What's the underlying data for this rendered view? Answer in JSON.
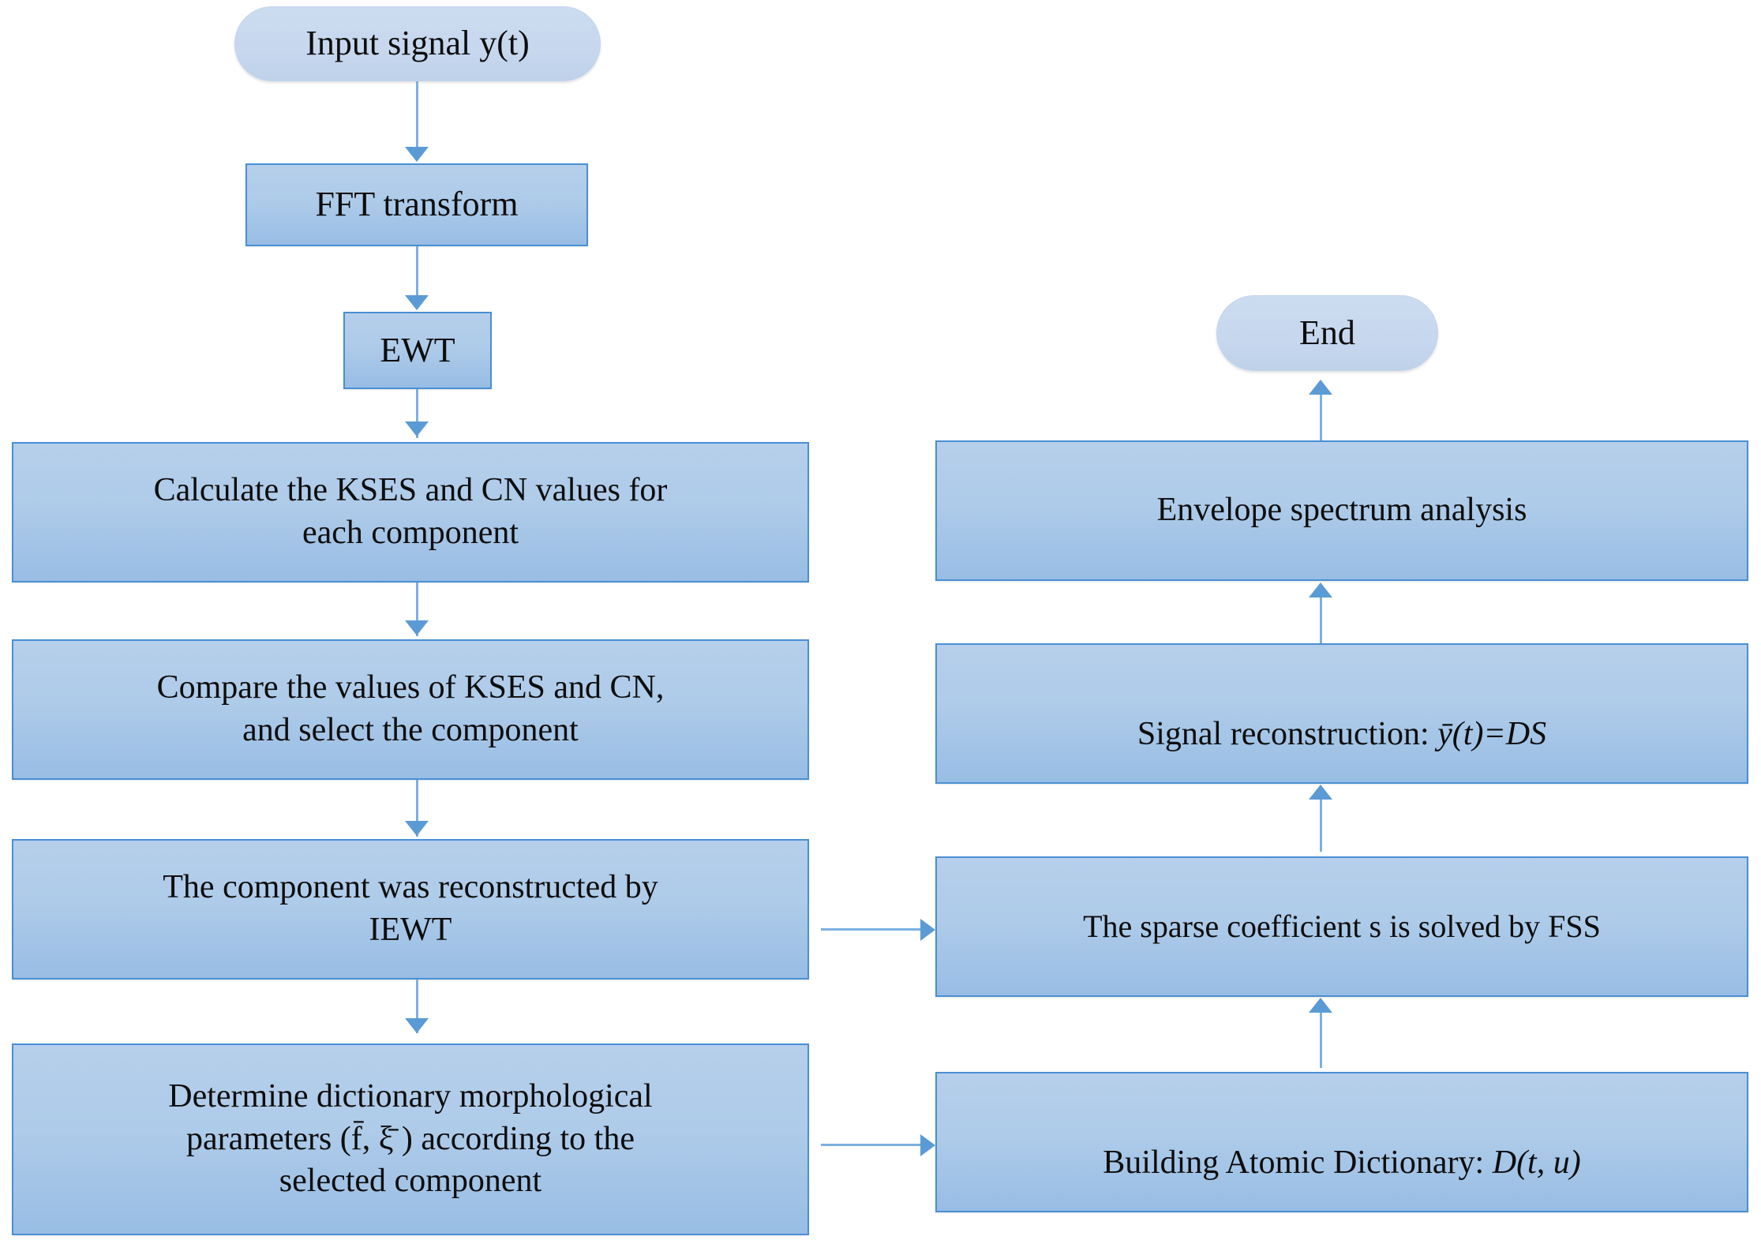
{
  "diagram": {
    "title": "EWT-FSS sparse decomposition fault diagnosis flowchart",
    "colors": {
      "box_fill_top": "#b6cfeb",
      "box_fill_bottom": "#98bde4",
      "box_border": "#4a8fd4",
      "terminator_fill": "#c9daef",
      "connector": "#5b9bd5",
      "text": "#0d0d0d",
      "background": "#ffffff"
    },
    "left_column": {
      "start": {
        "label": "Input signal y(t)",
        "shape": "terminator"
      },
      "steps": [
        {
          "label": "FFT transform",
          "shape": "process"
        },
        {
          "label": "EWT",
          "shape": "process"
        },
        {
          "label": "Calculate the KSES and CN values for\neach component",
          "shape": "process"
        },
        {
          "label": "Compare the values of  KSES and CN,\nand select the component",
          "shape": "process"
        },
        {
          "label": "The component was reconstructed by\nIEWT",
          "shape": "process"
        },
        {
          "label": "Determine dictionary morphological\nparameters (f̄, ξ̄ ) according to  the\nselected component",
          "shape": "process"
        }
      ]
    },
    "right_column": {
      "end": {
        "label": "End",
        "shape": "terminator"
      },
      "steps": [
        {
          "label": "Envelope spectrum analysis",
          "shape": "process"
        },
        {
          "label_prefix": "Signal reconstruction: ",
          "label_math": "ȳ(t)=DS",
          "label": "Signal reconstruction: ȳ(t)=DS",
          "shape": "process"
        },
        {
          "label": "The  sparse coefficient s is solved by FSS",
          "shape": "process"
        },
        {
          "label_prefix": "Building Atomic Dictionary: ",
          "label_math": "D(t, u)",
          "label": "Building Atomic Dictionary: D(t, u)",
          "shape": "process"
        }
      ]
    },
    "connectors": [
      {
        "name": "start-to-fft",
        "type": "arrow-down"
      },
      {
        "name": "fft-to-ewt",
        "type": "arrow-down"
      },
      {
        "name": "ewt-to-calculate",
        "type": "arrow-down"
      },
      {
        "name": "calculate-to-compare",
        "type": "arrow-down"
      },
      {
        "name": "compare-to-reconstructed",
        "type": "arrow-down"
      },
      {
        "name": "reconstructed-to-determine",
        "type": "arrow-down"
      },
      {
        "name": "reconstructed-to-sparse",
        "type": "arrow-right"
      },
      {
        "name": "determine-to-dictionary",
        "type": "arrow-right"
      },
      {
        "name": "dictionary-to-sparse",
        "type": "arrow-up"
      },
      {
        "name": "sparse-to-signal",
        "type": "arrow-up"
      },
      {
        "name": "signal-to-envelope",
        "type": "arrow-up"
      },
      {
        "name": "envelope-to-end",
        "type": "arrow-up"
      }
    ]
  }
}
